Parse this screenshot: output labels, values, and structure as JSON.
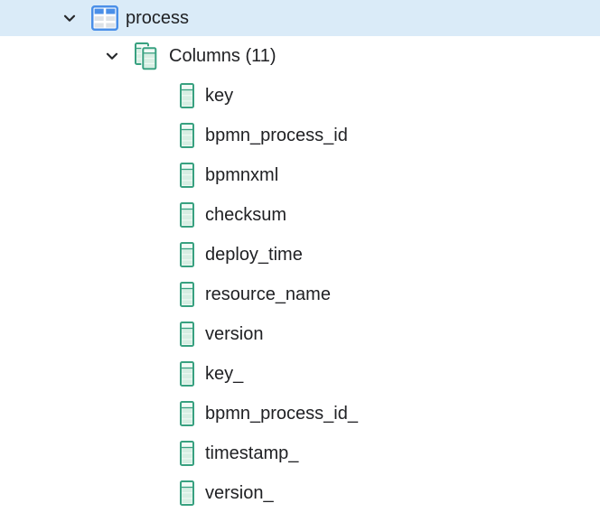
{
  "colors": {
    "selection_bg": "#daebf8",
    "table_icon_blue": "#4a8fe8",
    "table_icon_cell_gray": "#dde2e7",
    "column_icon_green": "#38a180",
    "column_icon_fill": "#f1faf5",
    "column_icon_stripe": "#d7eee3",
    "text": "#202124",
    "background": "#ffffff"
  },
  "icons": {
    "process_expander": "chevron-down-icon",
    "columns_expander": "chevron-down-icon",
    "process_node": "table-icon",
    "columns_node": "columns-icon",
    "column_item": "column-icon"
  },
  "tree": {
    "process_node": {
      "label": "process",
      "expanded": true,
      "selected": true
    },
    "columns_node": {
      "label": "Columns (11)",
      "expanded": true
    },
    "column_items": [
      "key",
      "bpmn_process_id",
      "bpmnxml",
      "checksum",
      "deploy_time",
      "resource_name",
      "version",
      "key_",
      "bpmn_process_id_",
      "timestamp_",
      "version_"
    ]
  }
}
